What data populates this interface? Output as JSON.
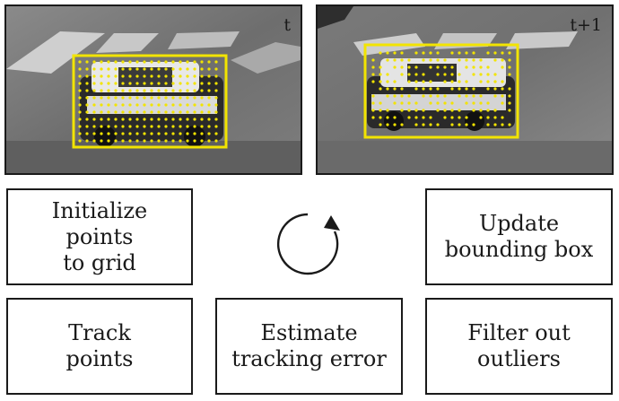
{
  "frames": [
    {
      "label": "t"
    },
    {
      "label": "t+1"
    }
  ],
  "steps": {
    "initialize": "Initialize\npoints\nto grid",
    "update": "Update\nbounding box",
    "track": "Track\npoints",
    "estimate": "Estimate\ntracking error",
    "filter": "Filter out\noutliers"
  },
  "colors": {
    "box": "#f2e400",
    "point": "#f2e400",
    "border": "#1a1a1a"
  }
}
